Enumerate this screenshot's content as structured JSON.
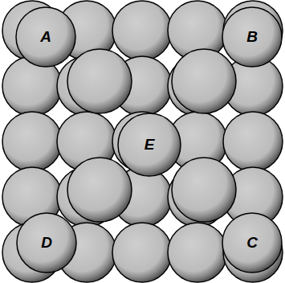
{
  "diagram": {
    "nodes": [
      {
        "text": [
          "A"
        ]
      },
      {
        "text": [
          "B"
        ]
      },
      {
        "text": [
          "E"
        ]
      },
      {
        "text": [
          "D"
        ]
      },
      {
        "text": [
          "C"
        ]
      }
    ]
  }
}
